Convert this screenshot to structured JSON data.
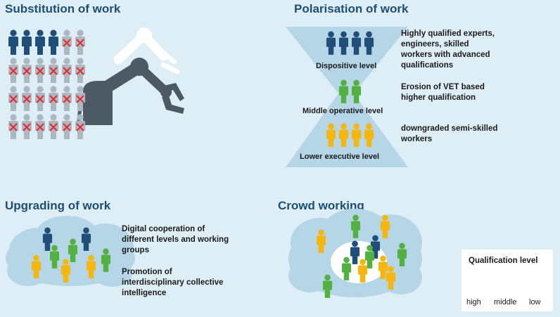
{
  "colors": {
    "background": "#deeef6",
    "heading": "#1d4e74",
    "high": "#1f4e79",
    "middle": "#53b142",
    "low": "#f5b60f",
    "replaced": "#aeb7bf",
    "cross": "#e3292f",
    "robot": "#4d5a66",
    "cloud": "#b5d6e7"
  },
  "substitution": {
    "title": "Substitution of work"
  },
  "polarisation": {
    "title": "Polarisation of work",
    "levels": {
      "dispositive": "Dispositive level",
      "middle": "Middle operative level",
      "lower": "Lower executive level"
    },
    "descriptions": {
      "high": "Highly qualified experts, engineers, skilled workers with advanced qualifications",
      "middle": "Erosion of VET based higher qualification",
      "low": "downgraded semi-skilled workers"
    }
  },
  "upgrading": {
    "title": "Upgrading of work",
    "point1": "Digital cooperation of different levels and working groups",
    "point2": "Promotion of interdisciplinary collective intelligence"
  },
  "crowd": {
    "title": "Crowd working"
  },
  "legend": {
    "title": "Qualification level",
    "high": "high",
    "middle": "middle",
    "low": "low"
  }
}
